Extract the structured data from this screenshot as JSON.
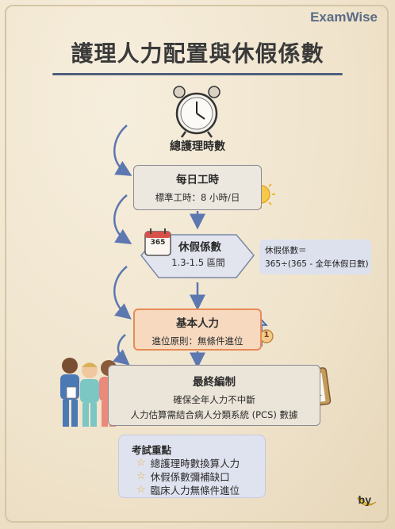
{
  "brand": "ExamWise",
  "title": "護理人力配置與休假係數",
  "steps": {
    "total_hours": {
      "label": "總護理時數"
    },
    "daily_hours": {
      "label": "每日工時",
      "detail": "標準工時：8 小時/日"
    },
    "leave_factor": {
      "label": "休假係數",
      "detail": "1.3-1.5 區間",
      "calendar_number": "365"
    },
    "base_staff": {
      "label": "基本人力",
      "detail": "進位原則：無條件進位",
      "badge": "1"
    },
    "final": {
      "label": "最終編制",
      "detail_1": "確保全年人力不中斷",
      "detail_2": "人力估算需結合病人分類系統 (PCS) 數據"
    }
  },
  "formula_note": {
    "line_1": "休假係數＝",
    "line_2": "365÷(365 - 全年休假日數)"
  },
  "exam_points": {
    "title": "考試重點",
    "items": [
      "總護理時數換算人力",
      "休假係數彌補缺口",
      "臨床人力無條件進位"
    ]
  },
  "byline": "by",
  "colors": {
    "accent_blue": "#5d77b0",
    "base_orange": "#e88b57",
    "navy": "#4f5f7d"
  },
  "icons": [
    "alarm-clock-icon",
    "sun-icon",
    "calendar-icon",
    "up-arrow-icon",
    "nurses-illustration",
    "clipboard-icon",
    "star-icon",
    "banana-icon"
  ]
}
